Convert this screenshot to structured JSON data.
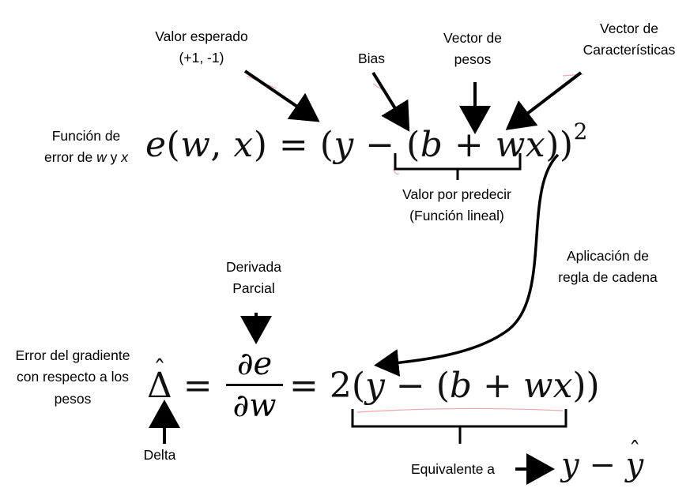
{
  "labels": {
    "valor_esperado": [
      "Valor esperado",
      "(+1, -1)"
    ],
    "bias": "Bias",
    "vector_pesos": [
      "Vector de",
      "pesos"
    ],
    "vector_caracteristicas": [
      "Vector de",
      "Características"
    ],
    "funcion_error": {
      "line1": "Función de",
      "line2_prefix": "error de ",
      "w": "w",
      "y_conj": " y ",
      "x": "x"
    },
    "valor_predecir": [
      "Valor por predecir",
      "(Función lineal)"
    ],
    "aplicacion_cadena": [
      "Aplicación de",
      "regla de cadena"
    ],
    "derivada_parcial": [
      "Derivada",
      "Parcial"
    ],
    "error_gradiente": [
      "Error del gradiente",
      "con respecto a los",
      "pesos"
    ],
    "delta": "Delta",
    "equivalente": "Equivalente a"
  },
  "equations": {
    "error_function": "e(w, x) = (y − (b + wx))²",
    "gradient": "Δ̂ = ∂e/∂w = 2(y − (b + wx))",
    "equivalent": "y − ŷ"
  }
}
